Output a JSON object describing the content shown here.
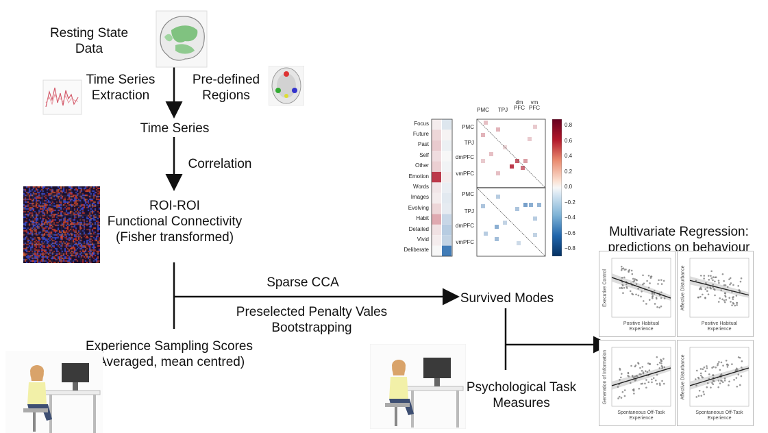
{
  "nodes": {
    "resting_state": "Resting State\nData",
    "time_series_extraction": "Time Series\nExtraction",
    "predefined_regions": "Pre-defined\nRegions",
    "time_series": "Time Series",
    "correlation": "Correlation",
    "roi_connectivity": "ROI-ROI\nFunctional Connectivity\n(Fisher transformed)",
    "sparse_cca": "Sparse CCA",
    "penalty": "Preselected Penalty Vales\nBootstrapping",
    "survived_modes": "Survived Modes",
    "experience_sampling": "Experience Sampling Scores\n(Averaged, mean centred)",
    "psych_task": "Psychological Task\nMeasures",
    "regression_title": "Multivariate Regression:\npredictions on behaviour"
  },
  "heatmap": {
    "thought_labels": [
      "Focus",
      "Future",
      "Past",
      "Self",
      "Other",
      "Emotion",
      "Words",
      "Images",
      "Evolving",
      "Habit",
      "Detailed",
      "Vivid",
      "Deliberate"
    ],
    "thought_values": [
      [
        0.05,
        -0.12
      ],
      [
        0.15,
        0.02
      ],
      [
        0.2,
        -0.05
      ],
      [
        0.12,
        0.0
      ],
      [
        0.18,
        -0.03
      ],
      [
        0.85,
        0.05
      ],
      [
        0.08,
        -0.06
      ],
      [
        0.05,
        -0.1
      ],
      [
        0.15,
        -0.08
      ],
      [
        0.35,
        -0.22
      ],
      [
        0.1,
        -0.3
      ],
      [
        0.05,
        -0.25
      ],
      [
        0.0,
        -0.85
      ]
    ],
    "region_groups_top": [
      "PMC",
      "TPJ",
      "dm\nPFC",
      "vm\nPFC"
    ],
    "region_labels_upper": [
      "PMC",
      "TPJ",
      "dmPFC",
      "vmPFC"
    ],
    "region_labels_lower": [
      "PMC",
      "TPJ",
      "dmPFC",
      "vmPFC"
    ],
    "colorbar_ticks": [
      "0.8",
      "0.6",
      "0.4",
      "0.2",
      "0.0",
      "−0.2",
      "−0.4",
      "−0.6",
      "−0.8"
    ]
  },
  "scatter_panels": [
    {
      "ylabel": "Executive Control",
      "xlabel": "Positive Habitual\nExperience",
      "slope": -0.35
    },
    {
      "ylabel": "Affective Disturbance",
      "xlabel": "Positive Habitual\nExperience",
      "slope": -0.25
    },
    {
      "ylabel": "Generation of Information",
      "xlabel": "Spontaneous Off-Task\nExperience",
      "slope": 0.3
    },
    {
      "ylabel": "Affective Disturbance",
      "xlabel": "Spontaneous Off-Task\nExperience",
      "slope": 0.3
    }
  ],
  "colors": {
    "arrow": "#111111",
    "brain_green": "#6dbb6d",
    "red": "#b2182b",
    "blue": "#2166ac"
  }
}
